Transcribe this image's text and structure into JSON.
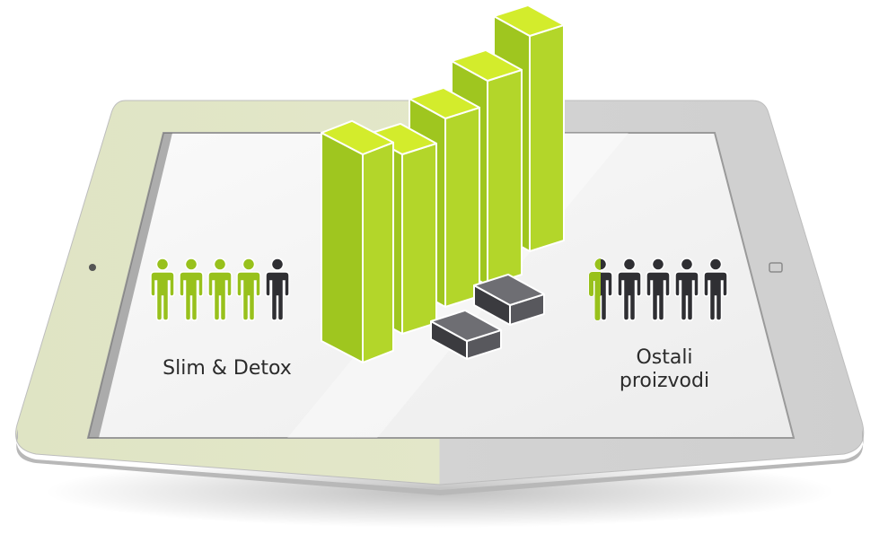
{
  "left_group": {
    "label": "Slim & Detox",
    "figures_total": 5,
    "figures_highlighted": 4
  },
  "right_group": {
    "label_line1": "Ostali",
    "label_line2": "proizvodi",
    "figures_total": 5,
    "figures_highlighted": 0.5
  },
  "colors": {
    "highlight": "#98c11c",
    "neutral": "#2f2f33",
    "tablet_left": "#e3e7c9",
    "tablet_right": "#d2d2d2"
  },
  "icons": {
    "people": "person-icon",
    "bars": "bar-icon",
    "boxes": "box-icon",
    "camera": "camera-icon",
    "home_button": "home-button-icon"
  }
}
